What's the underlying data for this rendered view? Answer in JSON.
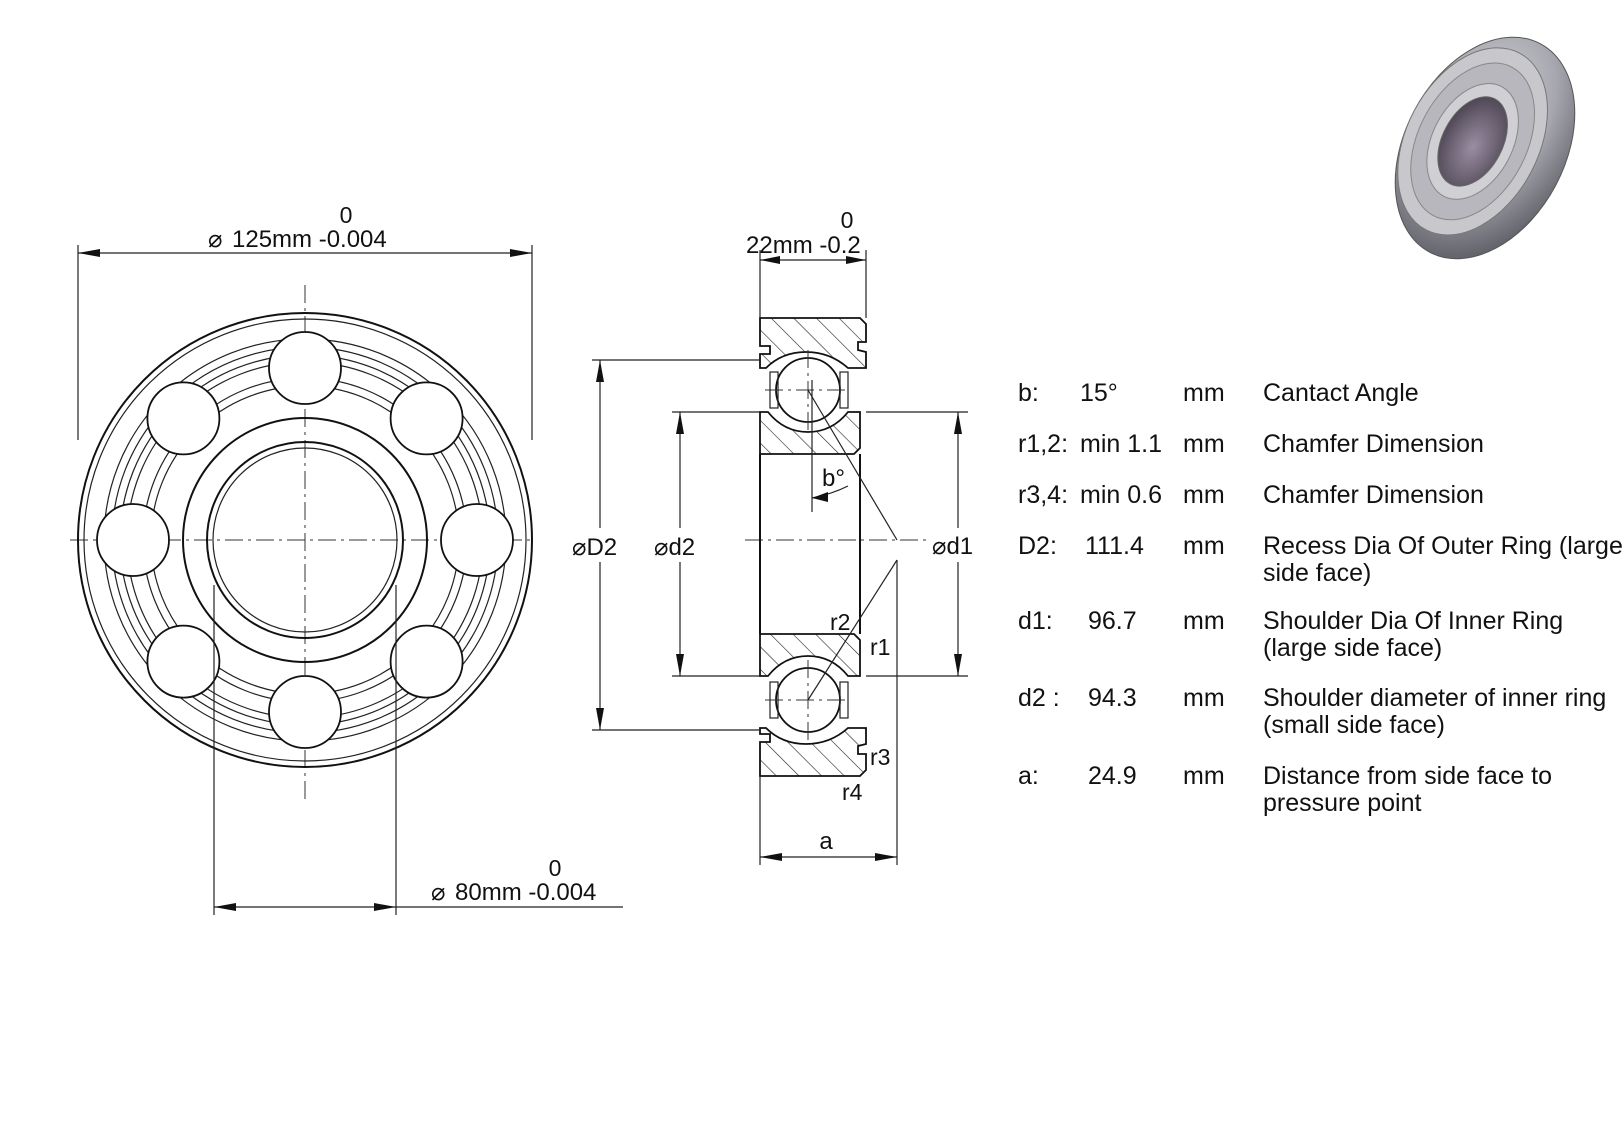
{
  "dimensions": {
    "outer_diameter": {
      "symbol": "⌀",
      "value": "125mm -0.004",
      "upper_tol": "0"
    },
    "bore_diameter": {
      "symbol": "⌀",
      "value": "80mm -0.004",
      "upper_tol": "0"
    },
    "width": {
      "value": "22mm -0.2",
      "upper_tol": "0"
    }
  },
  "section_labels": {
    "D2": "⌀D2",
    "d2": "⌀d2",
    "d1": "⌀d1",
    "b": "b°",
    "r1": "r1",
    "r2": "r2",
    "r3": "r3",
    "r4": "r4",
    "a": "a"
  },
  "specs": [
    {
      "symbol": "b:",
      "value": "15°",
      "unit": "mm",
      "description": "Cantact Angle"
    },
    {
      "symbol": "r1,2:",
      "value": "min 1.1",
      "unit": "mm",
      "description": "Chamfer Dimension"
    },
    {
      "symbol": "r3,4:",
      "value": "min 0.6",
      "unit": "mm",
      "description": "Chamfer Dimension"
    },
    {
      "symbol": "D2:",
      "value": "111.4",
      "unit": "mm",
      "description": "Recess Dia Of Outer Ring (large side face)"
    },
    {
      "symbol": "d1:",
      "value": "96.7",
      "unit": "mm",
      "description": "Shoulder Dia Of Inner Ring (large side face)"
    },
    {
      "symbol": "d2 :",
      "value": "94.3",
      "unit": "mm",
      "description": "Shoulder diameter of inner ring (small side face)"
    },
    {
      "symbol": "a:",
      "value": "24.9",
      "unit": "mm",
      "description": "Distance from side face to pressure point"
    }
  ],
  "images": {
    "bearing_render": "bearing-3d-render"
  }
}
